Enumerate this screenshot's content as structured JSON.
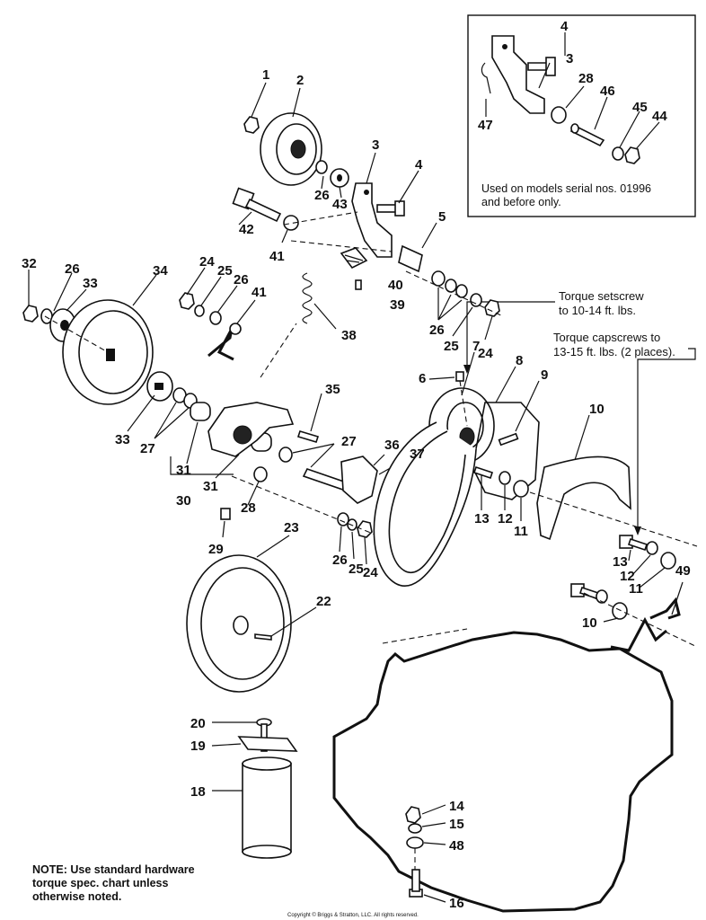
{
  "inset": {
    "labels": [
      "4",
      "3",
      "28",
      "46",
      "47",
      "45",
      "44"
    ],
    "note_line1": "Used on models serial nos. 01996",
    "note_line2": "and before only."
  },
  "callouts": {
    "setscrew_line1": "Torque setscrew",
    "setscrew_line2": "to 10-14 ft. lbs.",
    "capscrew_line1": "Torque capscrews to",
    "capscrew_line2": "13-15 ft. lbs. (2 places)."
  },
  "note": {
    "line1": "NOTE: Use standard hardware",
    "line2": "torque spec. chart unless",
    "line3": "otherwise noted."
  },
  "copyright": "Copyright © Briggs & Stratton, LLC. All rights reserved.",
  "part_numbers": [
    "1",
    "2",
    "3",
    "4",
    "26",
    "43",
    "42",
    "41",
    "5",
    "40",
    "39",
    "26",
    "25",
    "24",
    "38",
    "32",
    "26",
    "33",
    "34",
    "24",
    "25",
    "26",
    "41",
    "33",
    "27",
    "31",
    "30",
    "31",
    "28",
    "29",
    "35",
    "27",
    "36",
    "37",
    "26",
    "25",
    "24",
    "6",
    "7",
    "8",
    "9",
    "10",
    "13",
    "12",
    "11",
    "23",
    "22",
    "20",
    "19",
    "18",
    "14",
    "15",
    "48",
    "16",
    "13",
    "12",
    "11",
    "49",
    "10"
  ]
}
